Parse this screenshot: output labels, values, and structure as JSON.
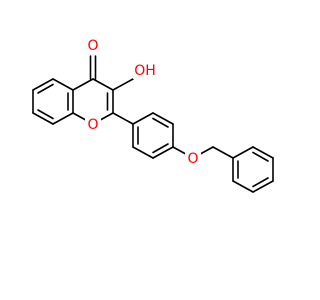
{
  "molecule": {
    "atoms": {
      "carbonyl_oxygen": "O",
      "hydroxyl": "OH",
      "ring_oxygen": "O",
      "ether_oxygen": "O"
    },
    "colors": {
      "bond": "#000000",
      "heteroatom": "#ff0000",
      "background": "#ffffff"
    }
  }
}
